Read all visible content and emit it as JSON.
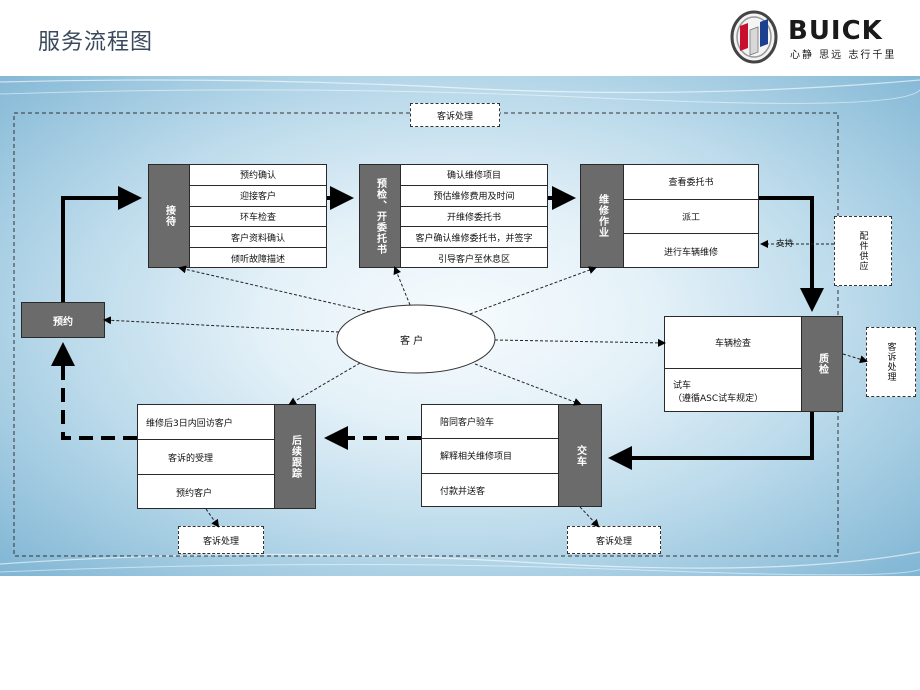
{
  "header": {
    "title": "服务流程图",
    "brand": "BUICK",
    "slogan": "心静 思远 志行千里"
  },
  "flow": {
    "complaint_label": "客诉处理",
    "reception": {
      "title": "接待",
      "items": [
        "预约确认",
        "迎接客户",
        "环车检查",
        "客户资料确认",
        "倾听故障描述"
      ]
    },
    "inspection": {
      "title": "预检、开委托书",
      "items": [
        "确认维修项目",
        "预估维修费用及时间",
        "开维修委托书",
        "客户确认维修委托书，并签字",
        "引导客户至休息区"
      ]
    },
    "repair": {
      "title": "维修作业",
      "items": [
        "查看委托书",
        "派工",
        "进行车辆维修"
      ]
    },
    "parts": {
      "title": "配件供应",
      "support": "支持"
    },
    "appointment": {
      "title": "预约"
    },
    "customer": {
      "title": "客 户"
    },
    "qc": {
      "title": "质检",
      "items": [
        "车辆检查",
        "试车",
        "（遵循ASC试车规定）"
      ]
    },
    "delivery": {
      "title": "交车",
      "items": [
        "陪同客户验车",
        "解释相关维修项目",
        "付款并送客"
      ]
    },
    "followup": {
      "title": "后续跟踪",
      "items": [
        "维修后3日内回访客户",
        "客诉的受理",
        "预约客户"
      ]
    }
  },
  "colors": {
    "stage_fill": "#6b6b6b",
    "line": "#000000",
    "background": "#cfe6f2"
  }
}
